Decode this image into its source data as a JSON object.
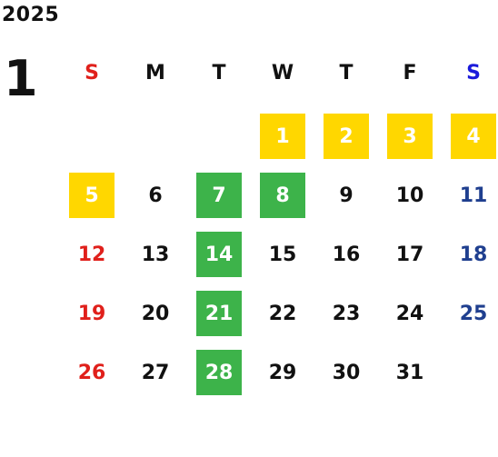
{
  "year": "2025",
  "month": "1",
  "weekdays": [
    {
      "label": "S",
      "color": "#e0201b"
    },
    {
      "label": "M",
      "color": "#111111"
    },
    {
      "label": "T",
      "color": "#111111"
    },
    {
      "label": "W",
      "color": "#111111"
    },
    {
      "label": "T",
      "color": "#111111"
    },
    {
      "label": "F",
      "color": "#111111"
    },
    {
      "label": "S",
      "color": "#1a1adb"
    }
  ],
  "colors": {
    "sunday": "#e0201b",
    "saturday": "#1f3f8f",
    "weekday": "#111111",
    "holiday_bg": "#ffd700",
    "event_bg": "#3db34a",
    "highlight_text": "#ffffff"
  },
  "weeks": [
    [
      null,
      null,
      null,
      {
        "day": "1",
        "mark": "holiday"
      },
      {
        "day": "2",
        "mark": "holiday"
      },
      {
        "day": "3",
        "mark": "holiday"
      },
      {
        "day": "4",
        "mark": "holiday"
      }
    ],
    [
      {
        "day": "5",
        "mark": "holiday"
      },
      {
        "day": "6",
        "mark": ""
      },
      {
        "day": "7",
        "mark": "event"
      },
      {
        "day": "8",
        "mark": "event"
      },
      {
        "day": "9",
        "mark": ""
      },
      {
        "day": "10",
        "mark": ""
      },
      {
        "day": "11",
        "mark": ""
      }
    ],
    [
      {
        "day": "12",
        "mark": ""
      },
      {
        "day": "13",
        "mark": ""
      },
      {
        "day": "14",
        "mark": "event"
      },
      {
        "day": "15",
        "mark": ""
      },
      {
        "day": "16",
        "mark": ""
      },
      {
        "day": "17",
        "mark": ""
      },
      {
        "day": "18",
        "mark": ""
      }
    ],
    [
      {
        "day": "19",
        "mark": ""
      },
      {
        "day": "20",
        "mark": ""
      },
      {
        "day": "21",
        "mark": "event"
      },
      {
        "day": "22",
        "mark": ""
      },
      {
        "day": "23",
        "mark": ""
      },
      {
        "day": "24",
        "mark": ""
      },
      {
        "day": "25",
        "mark": ""
      }
    ],
    [
      {
        "day": "26",
        "mark": ""
      },
      {
        "day": "27",
        "mark": ""
      },
      {
        "day": "28",
        "mark": "event"
      },
      {
        "day": "29",
        "mark": ""
      },
      {
        "day": "30",
        "mark": ""
      },
      {
        "day": "31",
        "mark": ""
      },
      null
    ]
  ]
}
